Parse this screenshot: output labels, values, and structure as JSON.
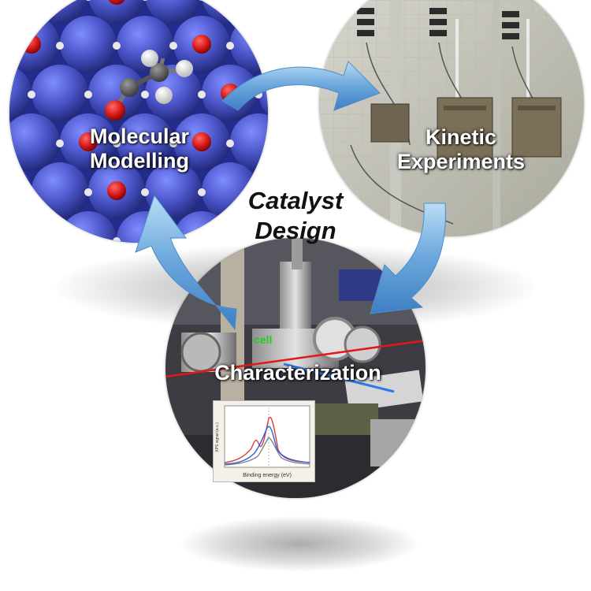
{
  "center": {
    "line1": "Catalyst",
    "line2": "Design"
  },
  "nodes": {
    "molecular": {
      "line1": "Molecular",
      "line2": "Modelling"
    },
    "kinetic": {
      "line1": "Kinetic",
      "line2": "Experiments"
    },
    "characterization": {
      "label": "Characterization",
      "cell_label": "cell"
    }
  },
  "inset_plot": {
    "xlabel": "Binding energy (eV)",
    "ylabel": "XPS signal (a.u.)"
  },
  "colors": {
    "atom_blue": "#4a55c8",
    "atom_red": "#d81818",
    "arrow_blue": "#6aa6dc",
    "title_text": "#111111"
  }
}
